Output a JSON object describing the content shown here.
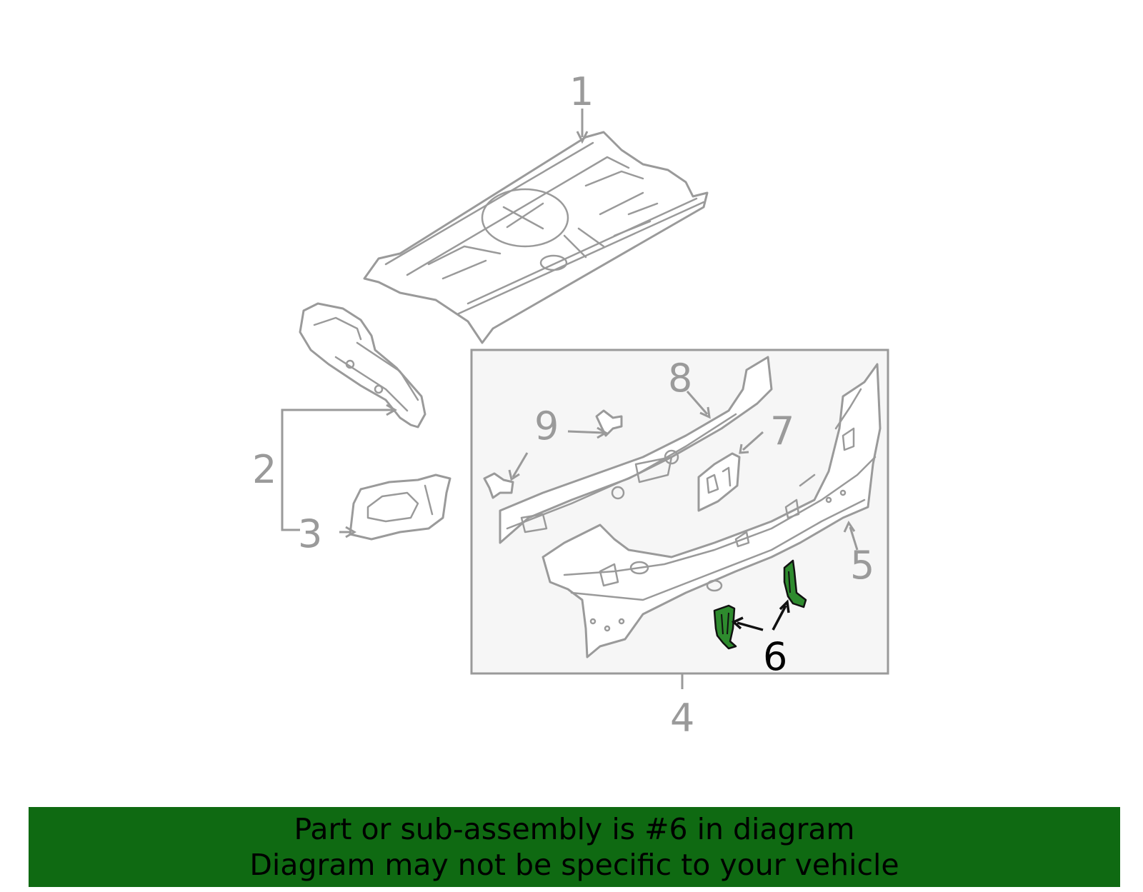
{
  "diagram": {
    "callouts": [
      {
        "id": "1",
        "label": "1"
      },
      {
        "id": "2",
        "label": "2"
      },
      {
        "id": "3",
        "label": "3"
      },
      {
        "id": "4",
        "label": "4"
      },
      {
        "id": "5",
        "label": "5"
      },
      {
        "id": "6",
        "label": "6"
      },
      {
        "id": "7",
        "label": "7"
      },
      {
        "id": "8",
        "label": "8"
      },
      {
        "id": "9",
        "label": "9"
      }
    ],
    "highlighted_part": "6",
    "colors": {
      "line": "#9a9a9a",
      "highlight_fill": "#2e8b2e",
      "highlight_text": "#000000",
      "banner_bg": "#0f6a12",
      "group_box_bg": "#f6f6f6"
    }
  },
  "banner": {
    "line1": "Part or sub-assembly is #6 in diagram",
    "line2": "Diagram may not be specific to your vehicle"
  }
}
